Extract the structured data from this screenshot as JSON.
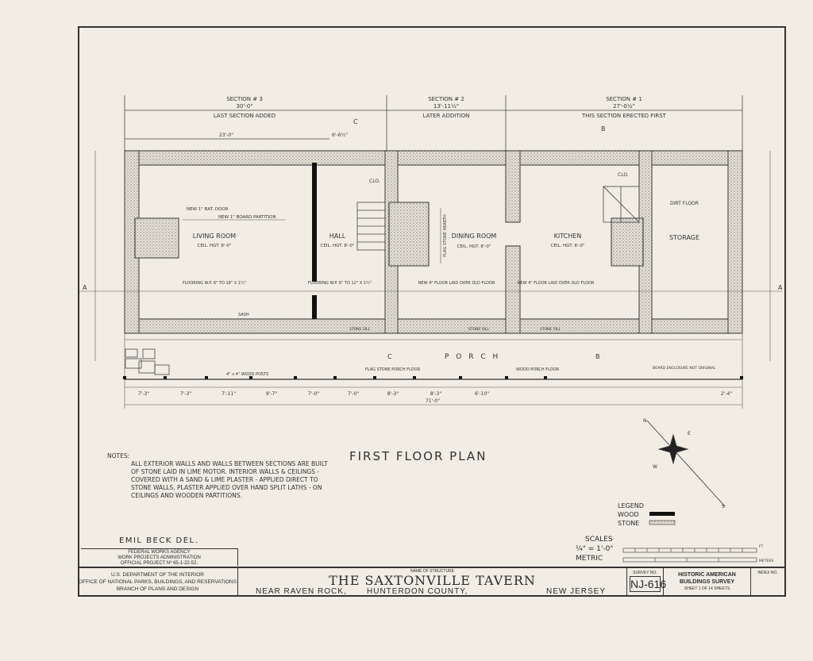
{
  "drawing": {
    "title": "FIRST FLOOR PLAN",
    "sections": [
      {
        "name": "SECTION # 3",
        "length": "30'-0\"",
        "note": "LAST SECTION ADDED"
      },
      {
        "name": "SECTION # 2",
        "length": "13'-11½\"",
        "note": "LATER ADDITION"
      },
      {
        "name": "SECTION # 1",
        "length": "27'-0½\"",
        "note": "THIS SECTION ERECTED FIRST"
      }
    ],
    "rooms": [
      {
        "name": "LIVING ROOM",
        "ceiling": "CEIL. HGT. 8'-0\"",
        "flooring": "FLOORING W.P. 6\" TO 18\" X 1¼\""
      },
      {
        "name": "HALL",
        "ceiling": "CEIL. HGT. 8'-0\"",
        "flooring": "FLOORING W.P. 6\" TO 12\" X 1¼\""
      },
      {
        "name": "DINING ROOM",
        "ceiling": "CEIL. HGT. 8'-0\"",
        "flooring": "NEW 4\" FLOOR LAID OVER OLD FLOOR"
      },
      {
        "name": "KITCHEN",
        "ceiling": "CEIL. HGT. 8'-0\"",
        "flooring": "NEW 4\" FLOOR LAID OVER OLD FLOOR"
      },
      {
        "name": "STORAGE",
        "ceiling": "DIRT FLOOR",
        "flooring": ""
      }
    ],
    "annotations": {
      "partition": "NEW 1\" BOARD PARTITION",
      "door": "NEW 1\" BAT. DOOR",
      "clo": "CLO.",
      "hearth": "FLAG STONE HEARTH",
      "porch": "P O R C H",
      "flag_floor": "FLAG STONE PORCH FLOOR",
      "wood_floor": "WOOD PORCH FLOOR",
      "posts": "4\" x 4\" WOOD POSTS",
      "board_enclosure": "BOARD ENCLOSURE NOT ORIGINAL",
      "stone_sill": "STONE SILL",
      "sash": "SASH",
      "section_a": "A",
      "section_b": "B",
      "section_c": "C"
    },
    "dims_top": [
      "23'-0\"",
      "6'-6½\""
    ],
    "dims_porch": [
      "7'-3\"",
      "7'-3\"",
      "7'-11\"",
      "9'-7\"",
      "7'-0\"",
      "7'-0\"",
      "8'-3\"",
      "8'-3\"",
      "6'-10\"",
      "2'-4\""
    ],
    "overall": "71'-0\"",
    "compass": {
      "n": "N",
      "e": "E",
      "s": "S",
      "w": "W"
    }
  },
  "notes": {
    "heading": "NOTES:",
    "text": "ALL EXTERIOR WALLS AND WALLS BETWEEN SECTIONS ARE BUILT OF STONE LAID IN LIME MOTOR. INTERIOR WALLS & CEILINGS - COVERED WITH A SAND & LIME PLASTER - APPLIED DIRECT TO STONE WALLS, PLASTER APPLIED OVER HAND SPLIT LATHS - ON CEILINGS AND WOODEN PARTITIONS."
  },
  "legend": {
    "title": "LEGEND",
    "items": [
      "WOOD",
      "STONE"
    ]
  },
  "scales": {
    "title": "SCALES",
    "imperial": "¼\" = 1'-0\"",
    "metric": "METRIC",
    "ft": "FT",
    "m": "METERS"
  },
  "delineator": "EMIL BECK DEL.",
  "wpa": [
    "FEDERAL WORKS AGENCY",
    "WORK PROJECTS ADMINISTRATION",
    "OFFICIAL PROJECT Nº 65-1-22-52."
  ],
  "title_block": {
    "agency": [
      "U.S. DEPARTMENT OF THE INTERIOR",
      "OFFICE OF NATIONAL PARKS, BUILDINGS, AND RESERVATIONS",
      "BRANCH OF PLANS AND DESIGN"
    ],
    "name_label": "NAME OF STRUCTURE",
    "name": "THE SAXTONVILLE TAVERN",
    "location": "NEAR RAVEN ROCK,",
    "county": "HUNTERDON COUNTY,",
    "state": "NEW JERSEY",
    "survey_label": "SURVEY NO.",
    "survey_no": "NJ-616",
    "habs": [
      "HISTORIC AMERICAN",
      "BUILDINGS SURVEY"
    ],
    "sheet": "SHEET 1 OF 14 SHEETS",
    "index_label": "INDEX NO."
  }
}
